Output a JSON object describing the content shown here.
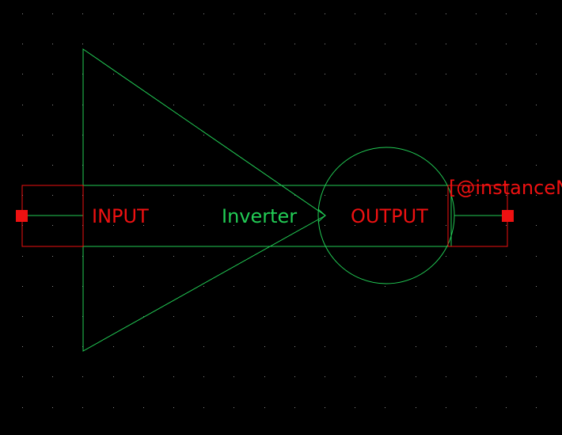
{
  "colors": {
    "background": "#000000",
    "grid_dot": "#8a8a8a",
    "symbol_green": "#22cc55",
    "pin_red": "#ee1111"
  },
  "symbol": {
    "name": "Inverter",
    "shape": "triangle-with-output-bubble"
  },
  "pins": {
    "input": {
      "label": "INPUT",
      "icon": "pin-square"
    },
    "output": {
      "label": "OUTPUT",
      "icon": "pin-square"
    }
  },
  "instance_label": "[@instanceName]",
  "grid": {
    "visible": true,
    "style": "dots"
  }
}
